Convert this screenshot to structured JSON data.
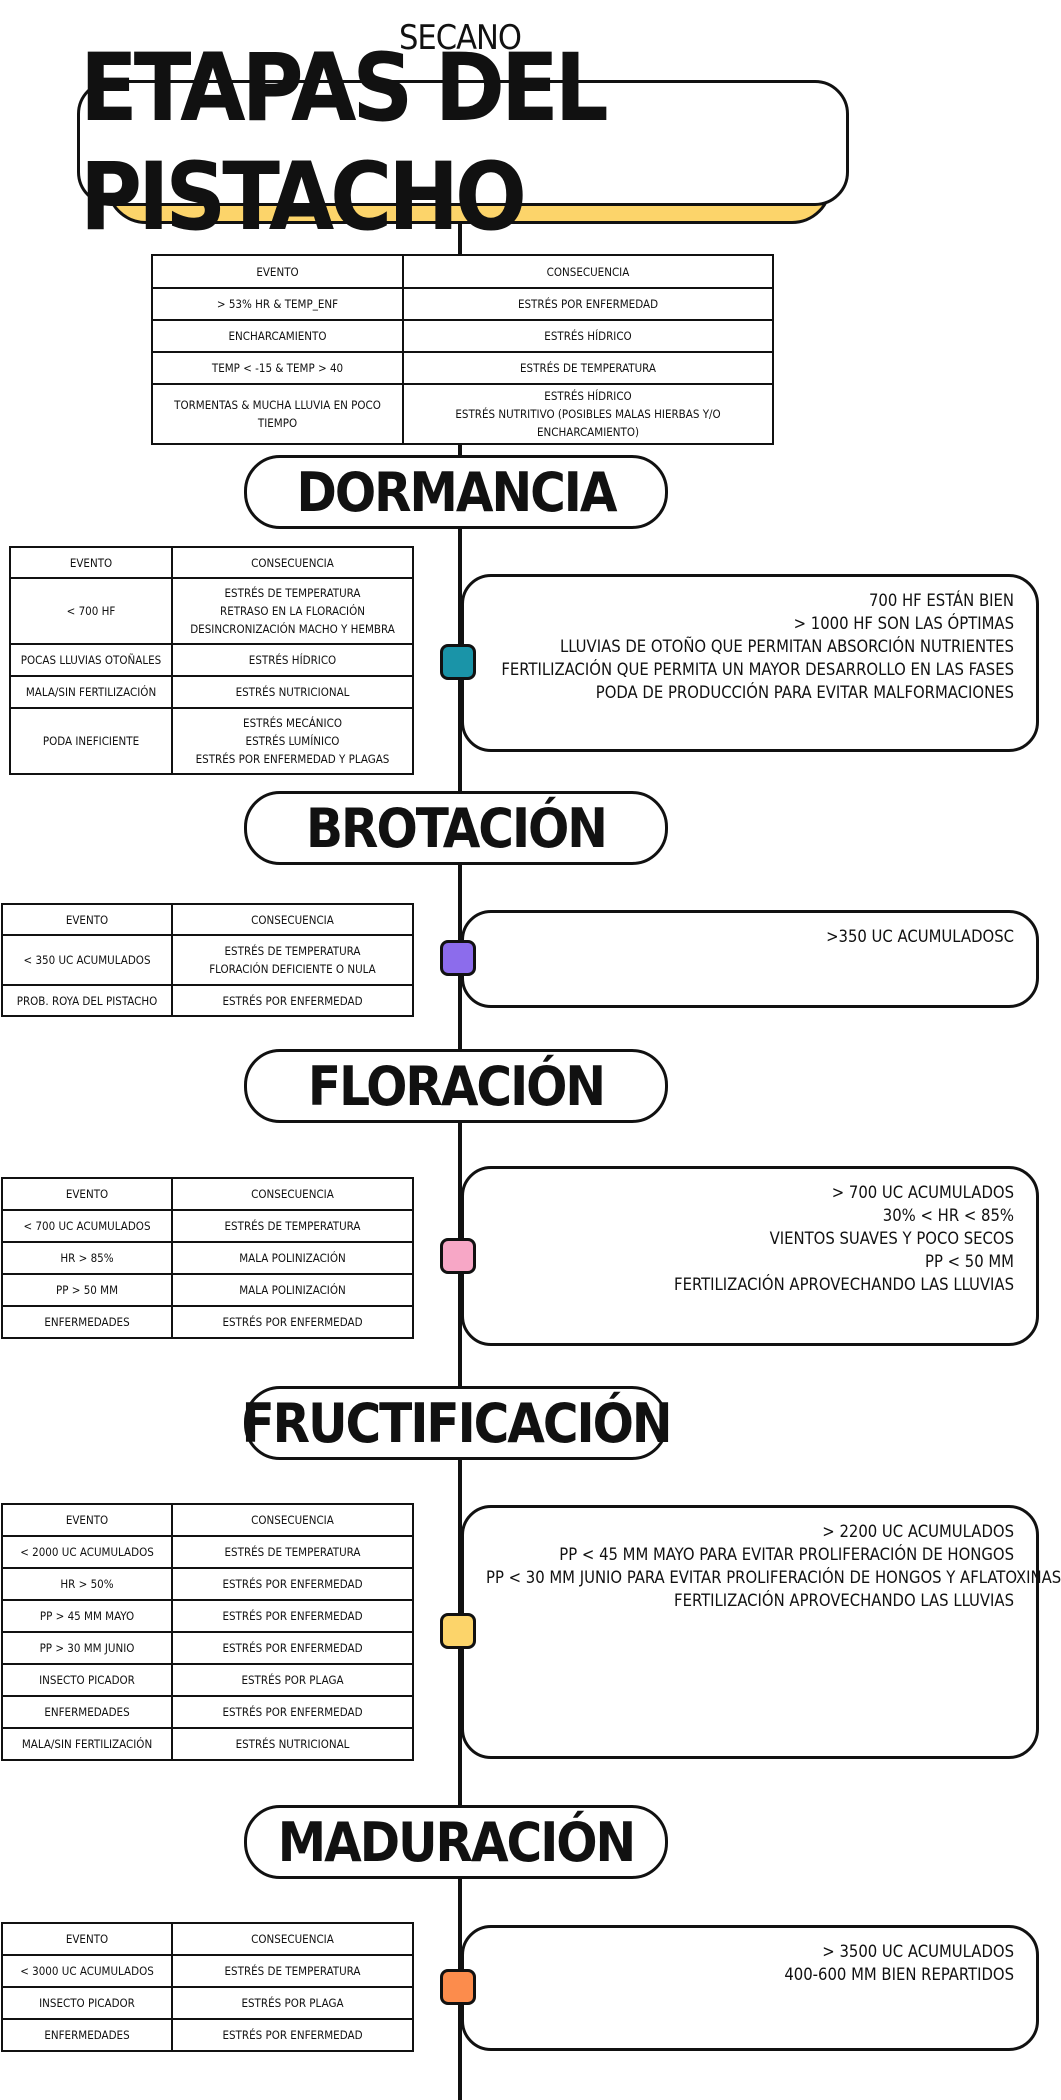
{
  "top_label": "SECANO",
  "title": "ETAPAS DEL PISTACHO",
  "colors": {
    "title_shadow": "#fcd46a",
    "dormancia": "#1a94a8",
    "brotacion": "#8c6cec",
    "floracion": "#f7a7c6",
    "fructificacion": "#fcd46a",
    "maduracion": "#fc8c4c"
  },
  "general_table": {
    "header": [
      "EVENTO",
      "CONSECUENCIA"
    ],
    "rows": [
      [
        "> 53% HR & TEMP_ENF",
        "ESTRÉS POR ENFERMEDAD"
      ],
      [
        "ENCHARCAMIENTO",
        "ESTRÉS HÍDRICO"
      ],
      [
        "TEMP < -15 & TEMP > 40",
        "ESTRÉS DE TEMPERATURA"
      ],
      [
        "TORMENTAS & MUCHA LLUVIA EN POCO TIEMPO",
        "ESTRÉS HÍDRICO\nESTRÉS NUTRITIVO (POSIBLES MALAS HIERBAS Y/O ENCHARCAMIENTO)"
      ]
    ]
  },
  "stages": [
    {
      "name": "DORMANCIA",
      "icon": "teal-square-icon",
      "table": {
        "header": [
          "EVENTO",
          "CONSECUENCIA"
        ],
        "rows": [
          [
            "< 700 HF",
            "ESTRÉS DE TEMPERATURA\nRETRASO EN LA FLORACIÓN\nDESINCRONIZACIÓN MACHO Y HEMBRA"
          ],
          [
            "POCAS LLUVIAS OTOÑALES",
            "ESTRÉS HÍDRICO"
          ],
          [
            "MALA/SIN FERTILIZACIÓN",
            "ESTRÉS NUTRICIONAL"
          ],
          [
            "PODA INEFICIENTE",
            "ESTRÉS MECÁNICO\nESTRÉS LUMÍNICO\nESTRÉS POR ENFERMEDAD Y PLAGAS"
          ]
        ]
      },
      "info": [
        "700 HF ESTÁN BIEN",
        "> 1000 HF SON LAS ÓPTIMAS",
        "LLUVIAS DE OTOÑO QUE PERMITAN ABSORCIÓN NUTRIENTES",
        "FERTILIZACIÓN QUE PERMITA UN MAYOR DESARROLLO EN LAS FASES",
        "PODA DE PRODUCCIÓN PARA EVITAR MALFORMACIONES"
      ]
    },
    {
      "name": "BROTACIÓN",
      "icon": "purple-square-icon",
      "table": {
        "header": [
          "EVENTO",
          "CONSECUENCIA"
        ],
        "rows": [
          [
            "< 350 UC ACUMULADOS",
            "ESTRÉS DE TEMPERATURA\nFLORACIÓN DEFICIENTE O NULA"
          ],
          [
            "PROB. ROYA DEL PISTACHO",
            "ESTRÉS POR ENFERMEDAD"
          ]
        ]
      },
      "info": [
        ">350 UC ACUMULADOSC"
      ]
    },
    {
      "name": "FLORACIÓN",
      "icon": "pink-square-icon",
      "table": {
        "header": [
          "EVENTO",
          "CONSECUENCIA"
        ],
        "rows": [
          [
            "< 700 UC ACUMULADOS",
            "ESTRÉS DE TEMPERATURA"
          ],
          [
            "HR > 85%",
            "MALA POLINIZACIÓN"
          ],
          [
            "PP > 50 MM",
            "MALA POLINIZACIÓN"
          ],
          [
            "ENFERMEDADES",
            "ESTRÉS POR ENFERMEDAD"
          ]
        ]
      },
      "info": [
        "> 700 UC ACUMULADOS",
        "30% < HR < 85%",
        "VIENTOS SUAVES Y POCO SECOS",
        "PP < 50 MM",
        "FERTILIZACIÓN APROVECHANDO LAS LLUVIAS"
      ]
    },
    {
      "name": "FRUCTIFICACIÓN",
      "icon": "yellow-square-icon",
      "table": {
        "header": [
          "EVENTO",
          "CONSECUENCIA"
        ],
        "rows": [
          [
            "< 2000 UC ACUMULADOS",
            "ESTRÉS DE TEMPERATURA"
          ],
          [
            "HR > 50%",
            "ESTRÉS POR ENFERMEDAD"
          ],
          [
            "PP > 45 MM MAYO",
            "ESTRÉS POR ENFERMEDAD"
          ],
          [
            "PP > 30 MM JUNIO",
            "ESTRÉS POR ENFERMEDAD"
          ],
          [
            "INSECTO PICADOR",
            "ESTRÉS POR PLAGA"
          ],
          [
            "ENFERMEDADES",
            "ESTRÉS POR ENFERMEDAD"
          ],
          [
            "MALA/SIN FERTILIZACIÓN",
            "ESTRÉS NUTRICIONAL"
          ]
        ]
      },
      "info": [
        "> 2200 UC ACUMULADOS",
        "PP < 45 MM MAYO PARA EVITAR PROLIFERACIÓN DE HONGOS",
        "PP < 30 MM JUNIO PARA EVITAR PROLIFERACIÓN DE HONGOS Y AFLATOXINAS",
        "FERTILIZACIÓN APROVECHANDO LAS LLUVIAS"
      ]
    },
    {
      "name": "MADURACIÓN",
      "icon": "orange-square-icon",
      "table": {
        "header": [
          "EVENTO",
          "CONSECUENCIA"
        ],
        "rows": [
          [
            "< 3000 UC ACUMULADOS",
            "ESTRÉS DE TEMPERATURA"
          ],
          [
            "INSECTO PICADOR",
            "ESTRÉS POR PLAGA"
          ],
          [
            "ENFERMEDADES",
            "ESTRÉS POR ENFERMEDAD"
          ]
        ]
      },
      "info": [
        "> 3500 UC ACUMULADOS",
        "400-600 MM BIEN REPARTIDOS"
      ]
    }
  ]
}
